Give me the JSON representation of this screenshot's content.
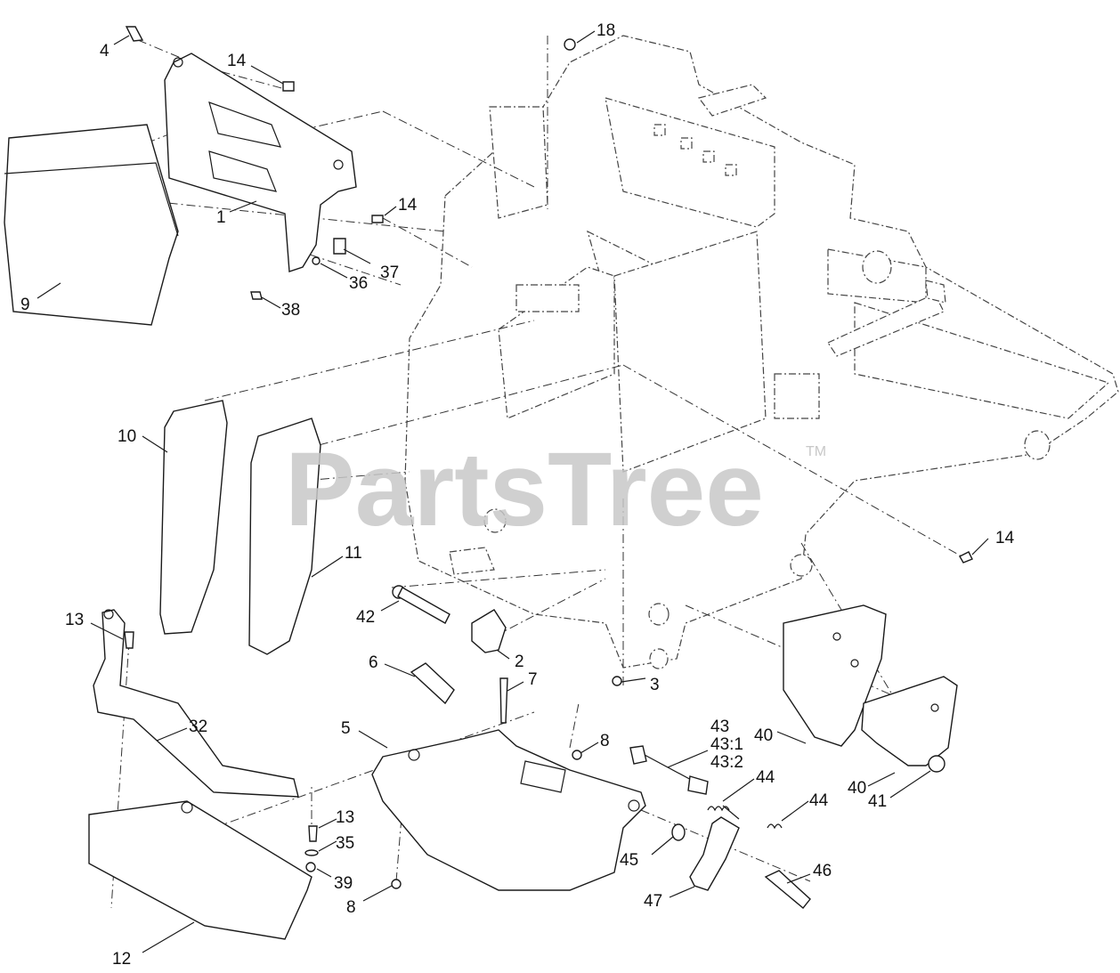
{
  "watermark": {
    "text": "PartsTree",
    "trademark": "TM"
  },
  "callouts": [
    {
      "id": "c4",
      "text": "4"
    },
    {
      "id": "c18",
      "text": "18"
    },
    {
      "id": "c14a",
      "text": "14"
    },
    {
      "id": "c14b",
      "text": "14"
    },
    {
      "id": "c14c",
      "text": "14"
    },
    {
      "id": "c1",
      "text": "1"
    },
    {
      "id": "c37",
      "text": "37"
    },
    {
      "id": "c36",
      "text": "36"
    },
    {
      "id": "c9",
      "text": "9"
    },
    {
      "id": "c38",
      "text": "38"
    },
    {
      "id": "c10",
      "text": "10"
    },
    {
      "id": "c11",
      "text": "11"
    },
    {
      "id": "c13a",
      "text": "13"
    },
    {
      "id": "c42",
      "text": "42"
    },
    {
      "id": "c2",
      "text": "2"
    },
    {
      "id": "c6",
      "text": "6"
    },
    {
      "id": "c7",
      "text": "7"
    },
    {
      "id": "c3",
      "text": "3"
    },
    {
      "id": "c32",
      "text": "32"
    },
    {
      "id": "c5",
      "text": "5"
    },
    {
      "id": "c8a",
      "text": "8"
    },
    {
      "id": "c43",
      "text": "43"
    },
    {
      "id": "c43_1",
      "text": "43:1"
    },
    {
      "id": "c43_2",
      "text": "43:2"
    },
    {
      "id": "c40a",
      "text": "40"
    },
    {
      "id": "c44a",
      "text": "44"
    },
    {
      "id": "c44b",
      "text": "44"
    },
    {
      "id": "c40b",
      "text": "40"
    },
    {
      "id": "c41",
      "text": "41"
    },
    {
      "id": "c13b",
      "text": "13"
    },
    {
      "id": "c35",
      "text": "35"
    },
    {
      "id": "c39",
      "text": "39"
    },
    {
      "id": "c8b",
      "text": "8"
    },
    {
      "id": "c45",
      "text": "45"
    },
    {
      "id": "c46",
      "text": "46"
    },
    {
      "id": "c47",
      "text": "47"
    },
    {
      "id": "c12",
      "text": "12"
    }
  ]
}
